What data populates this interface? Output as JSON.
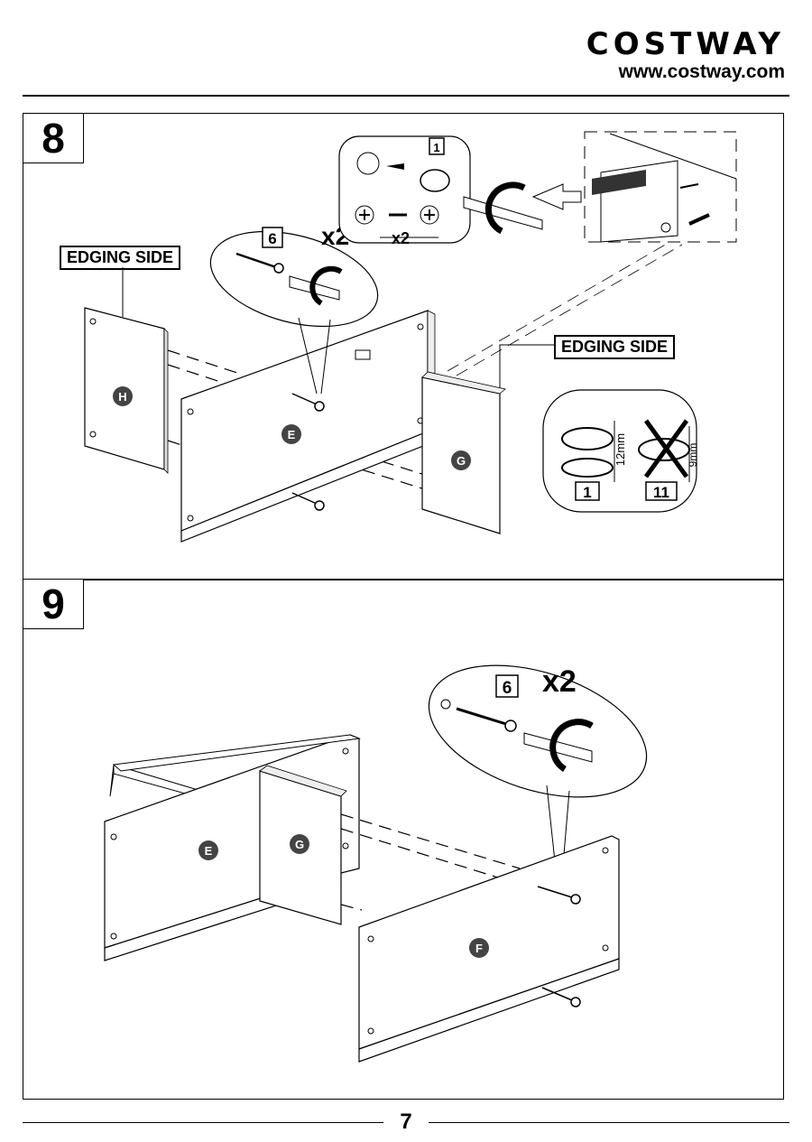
{
  "header": {
    "brand": "COSTWAY",
    "url": "www.costway.com"
  },
  "steps": [
    {
      "number": "8",
      "edging_left": "EDGING SIDE",
      "edging_right": "EDGING SIDE",
      "screw_part": "6",
      "screw_qty": "x2",
      "cam_part": "1",
      "cam_qty": "x2",
      "panels": [
        "H",
        "E",
        "G"
      ],
      "compare": {
        "correct_part": "1",
        "wrong_part": "11",
        "correct_size": "12mm",
        "wrong_size": "9mm"
      }
    },
    {
      "number": "9",
      "screw_part": "6",
      "screw_qty": "x2",
      "panels": [
        "E",
        "G",
        "F"
      ]
    }
  ],
  "footer": {
    "page": "7"
  }
}
